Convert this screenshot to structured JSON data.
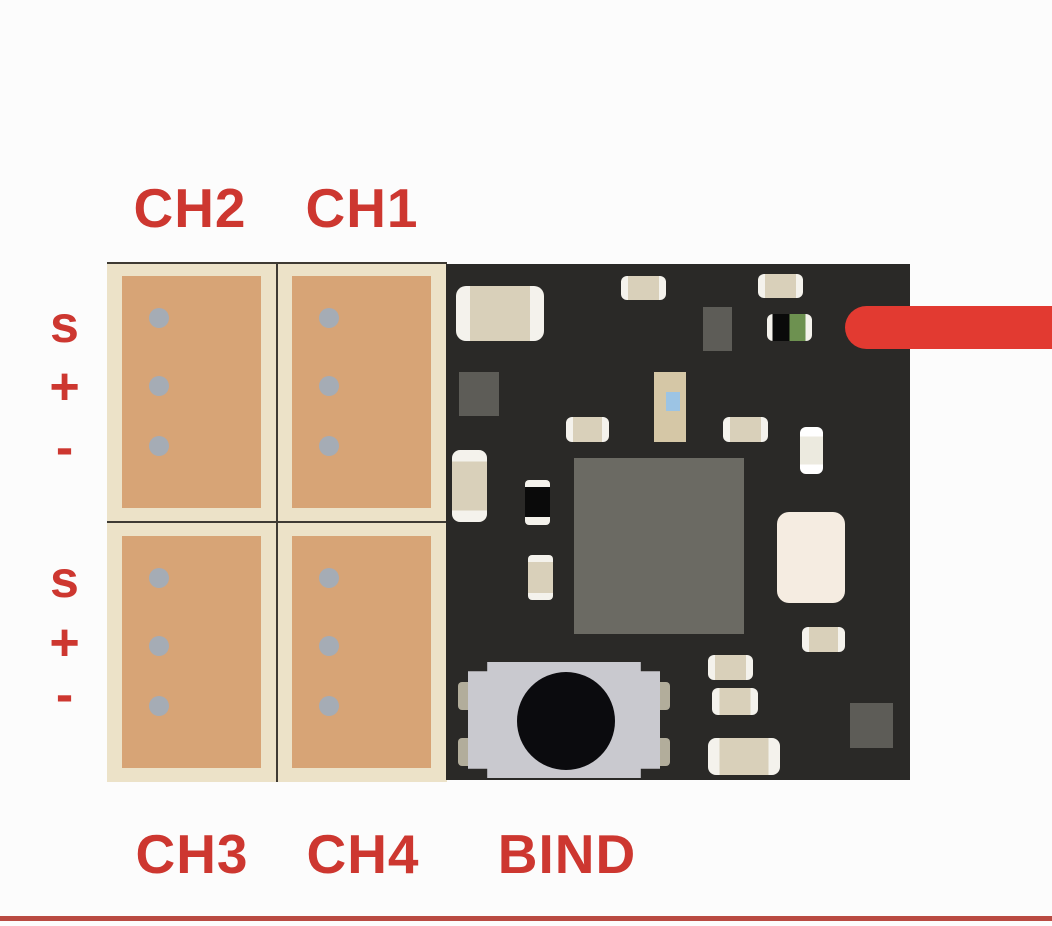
{
  "labels": {
    "top": [
      "CH2",
      "CH1"
    ],
    "bottom": [
      "CH3",
      "CH4",
      "BIND"
    ],
    "pins_top": [
      "s",
      "+",
      "-"
    ],
    "pins_bottom": [
      "s",
      "+",
      "-"
    ]
  },
  "board": {
    "components": [
      "electrolytic-capacitor",
      "chip-capacitor",
      "status-led",
      "crystal-oscillator",
      "main-ic",
      "resistor",
      "diode",
      "bind-tact-switch",
      "antenna-wire"
    ]
  },
  "colors": {
    "page_bg": "#fcfcfc",
    "label_red": "#cd3730",
    "wire_red": "#e23a31",
    "board_dark": "#2a2927",
    "connector_frame": "#ece2c8",
    "connector_pad": "#d7a476",
    "pin_dot": "#a5acb5",
    "divider_dark": "#3e3a33",
    "cap_body": "#d9d0ba",
    "cap_end": "#f4f2ec",
    "comp_gray": "#5d5c57",
    "ic_gray": "#6b6a63",
    "cream_big": "#f5ece1",
    "crystal_beige": "#d5c7a6",
    "crystal_blue": "#9cc4e4",
    "led_green": "#6d9150",
    "comp_black": "#0a0a0a",
    "button_gray": "#c9c9cf",
    "button_tab": "#b2ad9b",
    "button_black": "#0b0b0e",
    "bottom_rule": "#b94a41"
  }
}
